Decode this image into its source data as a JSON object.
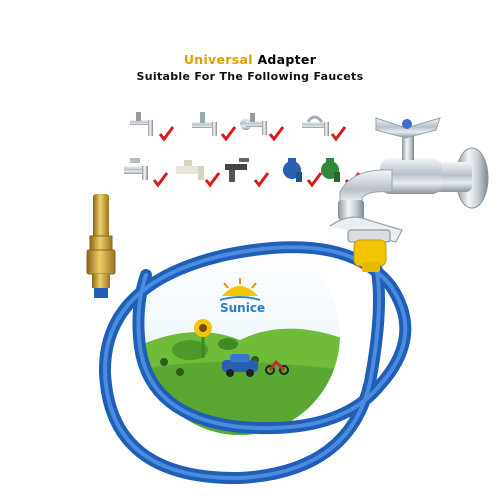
{
  "header": {
    "title_highlight": "Universal",
    "title_rest": " Adapter",
    "subtitle": "Suitable For The Following Faucets"
  },
  "brand": {
    "name": "Sunice"
  },
  "faucet_examples": [
    "faucet-type-1",
    "faucet-type-2",
    "faucet-type-3",
    "faucet-type-4",
    "faucet-type-5",
    "faucet-type-6",
    "faucet-type-7",
    "faucet-type-8",
    "faucet-type-9"
  ],
  "colors": {
    "hose_blue": "#2a6fc9",
    "connector_yellow": "#f2c400",
    "brass": "#c9a13a",
    "check_red": "#d81c1c",
    "title_orange": "#e0a000"
  }
}
